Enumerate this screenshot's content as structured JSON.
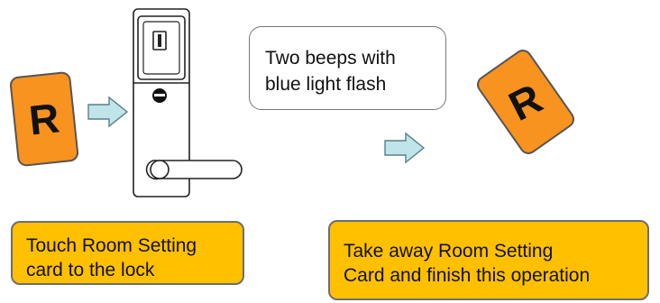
{
  "cards": {
    "left_letter": "R",
    "right_letter": "R"
  },
  "bubble": {
    "line1": "Two beeps with",
    "line2": "blue light flash"
  },
  "notes": {
    "step1_line1": "Touch Room Setting",
    "step1_line2": "card to the lock",
    "step2_line1": "Take away Room Setting",
    "step2_line2": "Card and finish this operation"
  },
  "colors": {
    "card_orange": "#f7931e",
    "note_yellow": "#ffc000",
    "arrow_fill": "#bfe4ea",
    "outline": "#555555"
  },
  "icons": [
    "room-card",
    "arrow-right",
    "door-lock",
    "arrow-right",
    "room-card"
  ]
}
